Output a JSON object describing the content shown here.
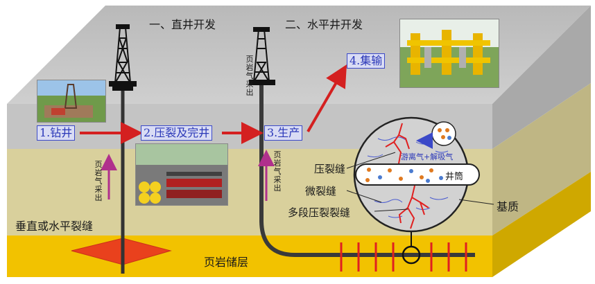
{
  "section_titles": {
    "vertical": "一、直井开发",
    "horizontal": "二、水平井开发"
  },
  "steps": {
    "drilling": "1.钻井",
    "fracturing": "2.压裂及完井",
    "production": "3.生产",
    "gathering": "4.集输"
  },
  "vertical_labels": {
    "gas_out_left": "页岩气采出",
    "gas_out_middle": "页岩气采出",
    "gas_out_top": "页岩气采出"
  },
  "labels": {
    "fracture_type": "垂直或水平裂缝",
    "reservoir": "页岩储层",
    "frac_fracture": "压裂缝",
    "micro_fracture": "微裂缝",
    "multistage_fracture": "多段压裂裂缝",
    "matrix": "基质",
    "wellbore": "井筒",
    "free_adsorbed_gas": "游离气+解吸气"
  },
  "colors": {
    "top_face": "#c8c8c8",
    "front_upper": "#bdbdbd",
    "front_middle": "#d8cf9a",
    "front_bottom": "#f2c200",
    "arrow_red": "#d42020",
    "step_blue": "#2a37b8",
    "gas_arrow_purple": "#b0308c"
  }
}
